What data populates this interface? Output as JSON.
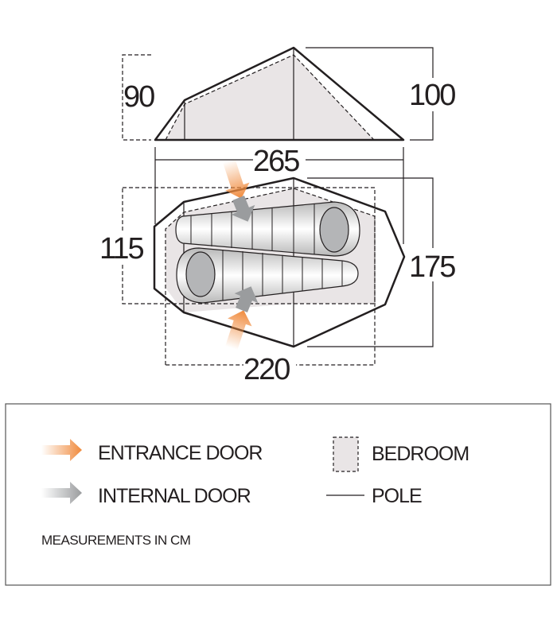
{
  "dimensions": {
    "side_left_height": "90",
    "side_peak_height": "100",
    "length": "265",
    "bedroom_width": "115",
    "total_width": "175",
    "bedroom_length": "220"
  },
  "legend": {
    "entrance_door": "ENTRANCE DOOR",
    "internal_door": "INTERNAL DOOR",
    "bedroom": "BEDROOM",
    "pole": "POLE",
    "note": "MEASUREMENTS IN CM"
  },
  "colors": {
    "entrance_door": "#f08a3c",
    "internal_door": "#9a9c9e",
    "bedroom_fill": "#e9e5e6",
    "outline": "#231f20"
  }
}
